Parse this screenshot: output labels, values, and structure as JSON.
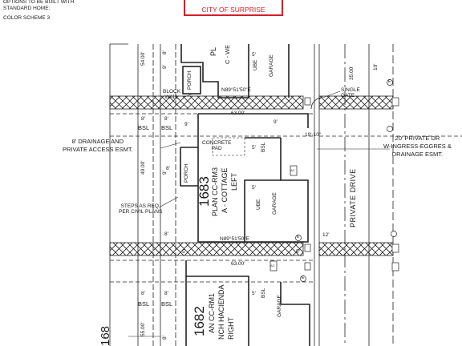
{
  "header": {
    "notes": [
      "OPTIONS TO BE BUILT WITH",
      "STANDARD HOME:",
      "COLOR SCHEME 3"
    ],
    "stamp_text": "CITY OF SURPRISE",
    "stamp_color": "#d21f2a"
  },
  "lots": {
    "lot_1683": {
      "number": "1683",
      "plan": "PLAN CC-RM3",
      "elevation": "A - COTTAGE",
      "side": "LEFT"
    },
    "lot_1682": {
      "number": "1682",
      "plan": "AN CC-RM1",
      "elevation": "NCH HACIENDA",
      "side": "RIGHT"
    },
    "lot_top": {
      "plan_fragment": "PL",
      "elevation_fragment": "C - WE"
    },
    "lot_bottom_fragment": "168"
  },
  "labels": {
    "porch": "PORCH",
    "block_wall": "BLOCK\nWALL",
    "concrete_pad": "CONCRETE\nPAD",
    "garage": "GARAGE",
    "single_gate": "SINGLE\nGATE",
    "drainage_easement": "8' DRAINAGE AND\nPRIVATE ACCESS ESMT.",
    "private_dr_easement": "20' PRIVATE DR\nW-INGRESS-EGGRES &\nDRAINAGE ESMT.",
    "steps": "STEPS AS REQ.\nPER CIVIL PLANS",
    "private_drive": "PRIVATE DRIVE",
    "bsl": "BSL",
    "ube": "UBE",
    "bsl_lower": "BSL"
  },
  "dimensions": {
    "bearing": "N89°51'50\"E",
    "lot_width": "63.00'",
    "depth_54": "54.00'",
    "depth_49": "49.00'",
    "depth_55": "55.00'",
    "setback_8": "8'",
    "setback_9": "9'",
    "setback_5": "5'",
    "setback_12": "12'",
    "setback_19_10": "19'-10\"",
    "street_35": "35.00'",
    "dim_10": "10'"
  },
  "symbols": {
    "wm": "W",
    "e": "E",
    "ac": "AC"
  }
}
